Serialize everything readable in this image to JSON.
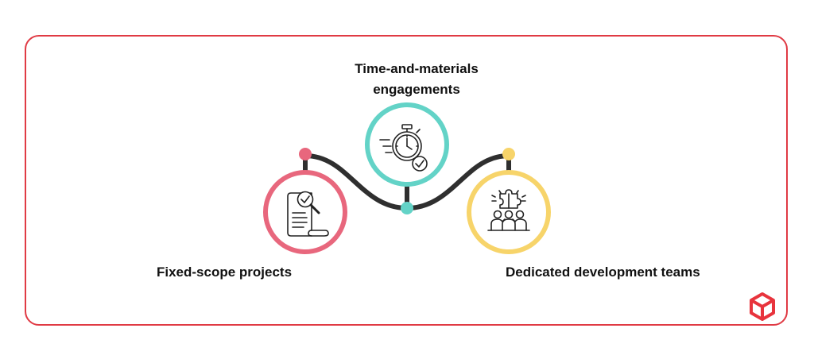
{
  "items": {
    "time_materials": {
      "line1": "Time-and-materials",
      "line2": "engagements",
      "icon": "stopwatch-check-icon"
    },
    "fixed_scope": {
      "label": "Fixed-scope projects",
      "icon": "document-magnifier-check-icon"
    },
    "dedicated_teams": {
      "label": "Dedicated development teams",
      "icon": "team-puzzle-icon"
    }
  },
  "colors": {
    "frame_border": "#e03a44",
    "fixed_scope_ring": "#e8677d",
    "time_materials_ring": "#63d3c7",
    "dedicated_teams_ring": "#f7d46a",
    "connector": "#2f2f2f",
    "logo": "#e8343d"
  },
  "logo": {
    "icon": "cube-logo-icon"
  }
}
